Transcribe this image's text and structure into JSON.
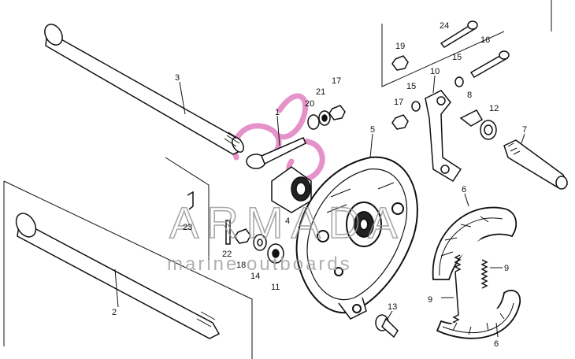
{
  "diagram": {
    "part_labels": {
      "p1": "1",
      "p2": "2",
      "p3": "3",
      "p4": "4",
      "p5": "5",
      "p6a": "6",
      "p6b": "6",
      "p7": "7",
      "p8": "8",
      "p9a": "9",
      "p9b": "9",
      "p10": "10",
      "p11": "11",
      "p12": "12",
      "p13": "13",
      "p14": "14",
      "p15a": "15",
      "p15b": "15",
      "p16": "16",
      "p17a": "17",
      "p17b": "17",
      "p18": "18",
      "p19": "19",
      "p20": "20",
      "p21": "21",
      "p22": "22",
      "p23": "23",
      "p24": "24"
    }
  },
  "watermark": {
    "brand": "ARMADA",
    "tagline": "marine outboards",
    "logo_color": "#e080c0"
  }
}
